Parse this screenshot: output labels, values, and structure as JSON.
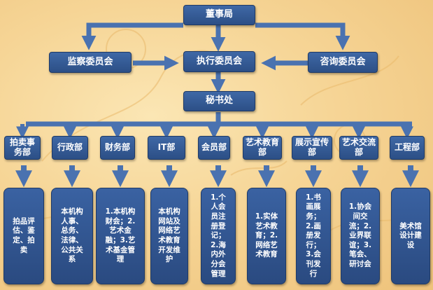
{
  "chairman": "董事局",
  "supervisory": "监察委员会",
  "executive": "执行委员会",
  "advisory": "咨询委员会",
  "secretariat": "秘书处",
  "departments": [
    {
      "name": "拍卖事务部",
      "duty": "拍品评估、鉴定、拍卖"
    },
    {
      "name": "行政部",
      "duty": "本机构人事、总务、法律、公共关系"
    },
    {
      "name": "财务部",
      "duty": "1.本机构财会；2.艺术金融；3.艺术基金管理"
    },
    {
      "name": "IT部",
      "duty": "本机构网站及网络艺术教育开发维护"
    },
    {
      "name": "会员部",
      "duty": "1.个人会员注册登记；2.海内外分会管理"
    },
    {
      "name": "艺术教育部",
      "duty": "1.实体艺术教育；2.网络艺术教育"
    },
    {
      "name": "展示宣传部",
      "duty": "1.书画展务；2.画册发行；3.会刊发行"
    },
    {
      "name": "艺术交流部",
      "duty": "1.协会间交流；2.业界联谊；3.笔会、研讨会"
    },
    {
      "name": "工程部",
      "duty": "美术馆设计建设"
    }
  ],
  "colors": {
    "box": "#2f5590",
    "arrow": "#4a72b0",
    "background": "#f6d596"
  }
}
